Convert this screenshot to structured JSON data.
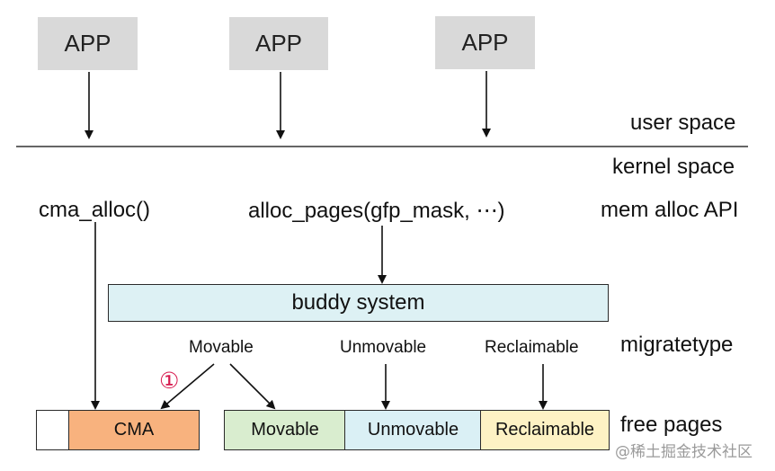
{
  "apps": [
    "APP",
    "APP",
    "APP"
  ],
  "layers": {
    "user_space": "user space",
    "kernel_space": "kernel space",
    "mem_alloc_api": "mem alloc API",
    "migratetype": "migratetype",
    "free_pages": "free pages"
  },
  "api": {
    "cma_alloc": "cma_alloc()",
    "alloc_pages": "alloc_pages(gfp_mask, ⋯)"
  },
  "buddy_system": "buddy system",
  "migratetypes": [
    "Movable",
    "Unmovable",
    "Reclaimable"
  ],
  "step_marker": "①",
  "free_pages": {
    "cma": "CMA",
    "movable": "Movable",
    "unmovable": "Unmovable",
    "reclaimable": "Reclaimable"
  },
  "colors": {
    "app_bg": "#d9d9d9",
    "buddy_bg": "#ddf1f4",
    "cma_bg": "#f8b27e",
    "movable_bg": "#d9edcf",
    "unmovable_bg": "#daf0f5",
    "reclaimable_bg": "#fdf2c4",
    "marker": "#d6174c"
  },
  "watermark": "@稀土掘金技术社区"
}
